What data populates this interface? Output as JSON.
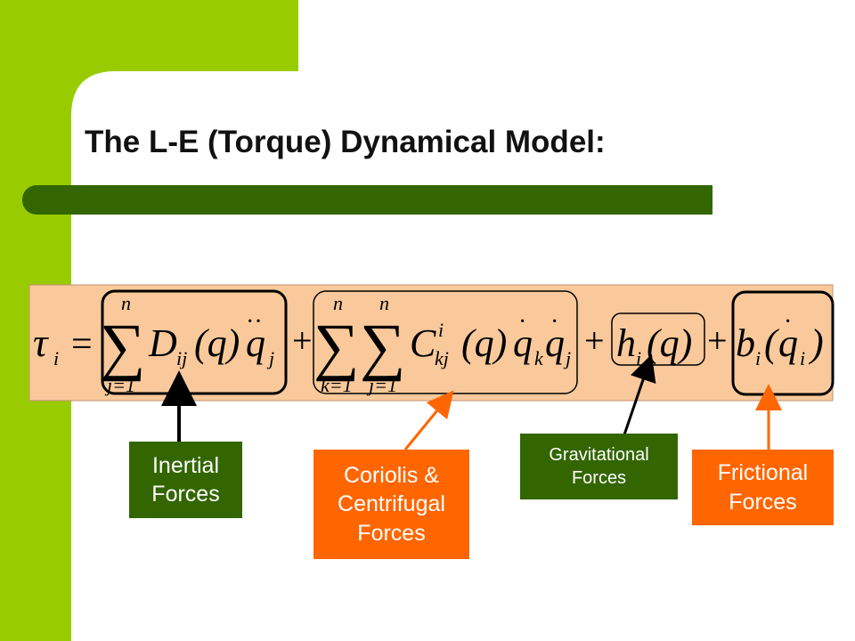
{
  "slide": {
    "title": "The L-E (Torque) Dynamical Model:",
    "colors": {
      "accent_green": "#99cc00",
      "bar_green": "#336600",
      "formula_bg": "#f9c99b",
      "orange": "#ff6600"
    }
  },
  "equation": {
    "lhs": "τ",
    "lhs_sub": "i",
    "equals": "=",
    "term1": {
      "sum_top": "n",
      "sum_bottom": "j=1",
      "coef": "D",
      "coef_sub": "ij",
      "q_arg": "(q)",
      "qddot": "q",
      "qddot_sub": "j"
    },
    "plus1": "+",
    "term2": {
      "sum1_top": "n",
      "sum1_bottom": "k=1",
      "sum2_top": "n",
      "sum2_bottom": "j=1",
      "coef": "C",
      "coef_sup": "i",
      "coef_sub": "kj",
      "q_arg": "(q)",
      "qdot_k": "q",
      "qdot_k_sub": "k",
      "qdot_j": "q",
      "qdot_j_sub": "j"
    },
    "plus2": "+",
    "term3": {
      "func": "h",
      "func_sub": "i",
      "arg": "(q)"
    },
    "plus3": "+",
    "term4": {
      "func": "b",
      "func_sub": "i",
      "arg_open": "(",
      "qdot": "q",
      "qdot_sub": "i",
      "arg_close": ")"
    }
  },
  "labels": {
    "inertial": [
      "Inertial",
      "Forces"
    ],
    "coriolis": [
      "Coriolis &",
      "Centrifugal",
      "Forces"
    ],
    "gravitational": [
      "Gravitational",
      "Forces"
    ],
    "frictional": [
      "Frictional",
      "Forces"
    ]
  }
}
